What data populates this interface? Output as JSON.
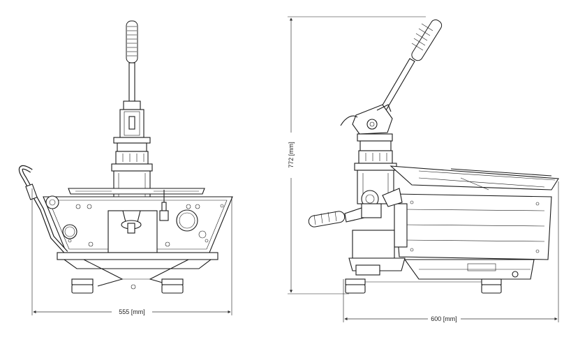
{
  "dimensions": {
    "front_width": "555 [mm]",
    "side_height": "772 [mm]",
    "side_depth": "600 [mm]"
  }
}
